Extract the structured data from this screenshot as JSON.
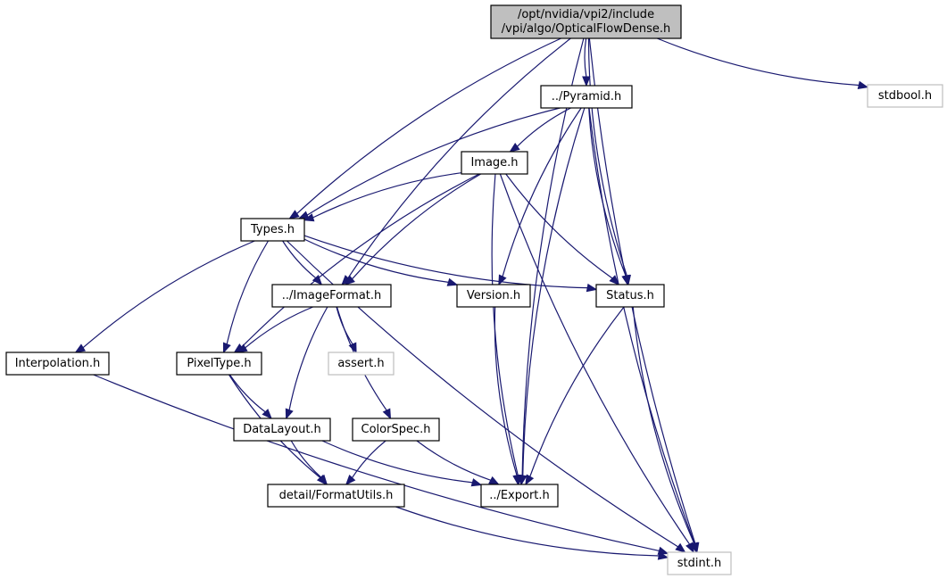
{
  "diagram": {
    "nodes": [
      {
        "id": "root",
        "lines": [
          "/opt/nvidia/vpi2/include",
          "/vpi/algo/OpticalFlowDense.h"
        ],
        "style": "root"
      },
      {
        "id": "pyramid",
        "lines": [
          "../Pyramid.h"
        ],
        "style": "normal"
      },
      {
        "id": "stdbool",
        "lines": [
          "stdbool.h"
        ],
        "style": "external"
      },
      {
        "id": "image",
        "lines": [
          "Image.h"
        ],
        "style": "normal"
      },
      {
        "id": "types",
        "lines": [
          "Types.h"
        ],
        "style": "normal"
      },
      {
        "id": "imageformat",
        "lines": [
          "../ImageFormat.h"
        ],
        "style": "normal"
      },
      {
        "id": "version",
        "lines": [
          "Version.h"
        ],
        "style": "normal"
      },
      {
        "id": "status",
        "lines": [
          "Status.h"
        ],
        "style": "normal"
      },
      {
        "id": "interpolation",
        "lines": [
          "Interpolation.h"
        ],
        "style": "normal"
      },
      {
        "id": "pixeltype",
        "lines": [
          "PixelType.h"
        ],
        "style": "normal"
      },
      {
        "id": "assert",
        "lines": [
          "assert.h"
        ],
        "style": "external"
      },
      {
        "id": "datalayout",
        "lines": [
          "DataLayout.h"
        ],
        "style": "normal"
      },
      {
        "id": "colorspec",
        "lines": [
          "ColorSpec.h"
        ],
        "style": "normal"
      },
      {
        "id": "formatutils",
        "lines": [
          "detail/FormatUtils.h"
        ],
        "style": "normal"
      },
      {
        "id": "export",
        "lines": [
          "../Export.h"
        ],
        "style": "normal"
      },
      {
        "id": "stdint",
        "lines": [
          "stdint.h"
        ],
        "style": "external"
      }
    ],
    "edges": [
      [
        "root",
        "pyramid"
      ],
      [
        "root",
        "stdbool"
      ],
      [
        "root",
        "types"
      ],
      [
        "root",
        "imageformat"
      ],
      [
        "root",
        "status"
      ],
      [
        "root",
        "export"
      ],
      [
        "root",
        "stdint"
      ],
      [
        "pyramid",
        "image"
      ],
      [
        "pyramid",
        "types"
      ],
      [
        "pyramid",
        "version"
      ],
      [
        "pyramid",
        "status"
      ],
      [
        "pyramid",
        "export"
      ],
      [
        "pyramid",
        "stdint"
      ],
      [
        "image",
        "types"
      ],
      [
        "image",
        "imageformat"
      ],
      [
        "image",
        "pixeltype"
      ],
      [
        "image",
        "status"
      ],
      [
        "image",
        "export"
      ],
      [
        "image",
        "stdint"
      ],
      [
        "types",
        "imageformat"
      ],
      [
        "types",
        "version"
      ],
      [
        "types",
        "status"
      ],
      [
        "types",
        "interpolation"
      ],
      [
        "types",
        "pixeltype"
      ],
      [
        "types",
        "stdint"
      ],
      [
        "imageformat",
        "pixeltype"
      ],
      [
        "imageformat",
        "assert"
      ],
      [
        "imageformat",
        "datalayout"
      ],
      [
        "imageformat",
        "colorspec"
      ],
      [
        "version",
        "export"
      ],
      [
        "status",
        "export"
      ],
      [
        "status",
        "stdint"
      ],
      [
        "interpolation",
        "stdint"
      ],
      [
        "pixeltype",
        "datalayout"
      ],
      [
        "pixeltype",
        "formatutils"
      ],
      [
        "datalayout",
        "formatutils"
      ],
      [
        "datalayout",
        "export"
      ],
      [
        "colorspec",
        "formatutils"
      ],
      [
        "colorspec",
        "export"
      ],
      [
        "formatutils",
        "stdint"
      ]
    ]
  }
}
